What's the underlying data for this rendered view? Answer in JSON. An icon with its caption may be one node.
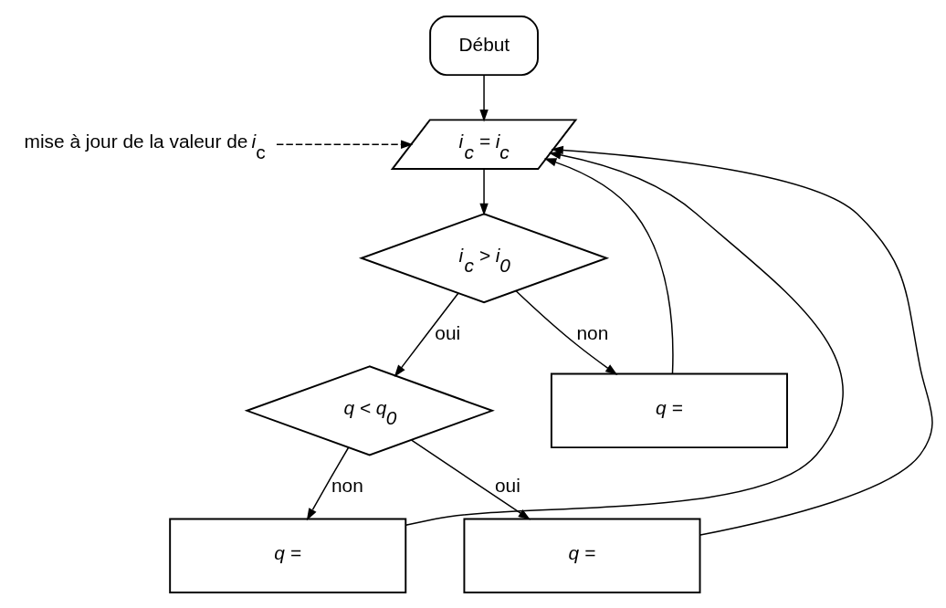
{
  "diagram": {
    "nodes": [
      {
        "text": [
          "Début"
        ]
      },
      {
        "text": [
          "mise à jour de la valeur de *i*$_{c}$"
        ]
      },
      {
        "text": [
          "i$_{c}$ = i$_{c}$"
        ]
      },
      {
        "text": [
          "i$_{c}$ > i$_{0}$"
        ]
      },
      {
        "text": [
          "q < q$_{0}$"
        ]
      },
      {
        "text": [
          "q ="
        ]
      },
      {
        "text": [
          "q ="
        ]
      },
      {
        "text": [
          "q ="
        ]
      }
    ],
    "edges": [
      {
        "from": 0,
        "to": 2,
        "arrow": "to"
      },
      {
        "from": 1,
        "to": 2,
        "arrow": "to",
        "style": "dashed"
      },
      {
        "from": 2,
        "to": 3,
        "arrow": "to"
      },
      {
        "from": 3,
        "to": 5,
        "arrow": "to",
        "label": "non"
      },
      {
        "from": 3,
        "to": 4,
        "arrow": "to",
        "label": "oui"
      },
      {
        "from": 4,
        "to": 6,
        "arrow": "to",
        "label": "non"
      },
      {
        "from": 4,
        "to": 7,
        "arrow": "to",
        "label": "oui"
      },
      {
        "from": 5,
        "to": 2,
        "arrow": "to"
      },
      {
        "from": 6,
        "to": 2,
        "arrow": "to"
      },
      {
        "from": 7,
        "to": 2,
        "arrow": "to"
      }
    ]
  }
}
